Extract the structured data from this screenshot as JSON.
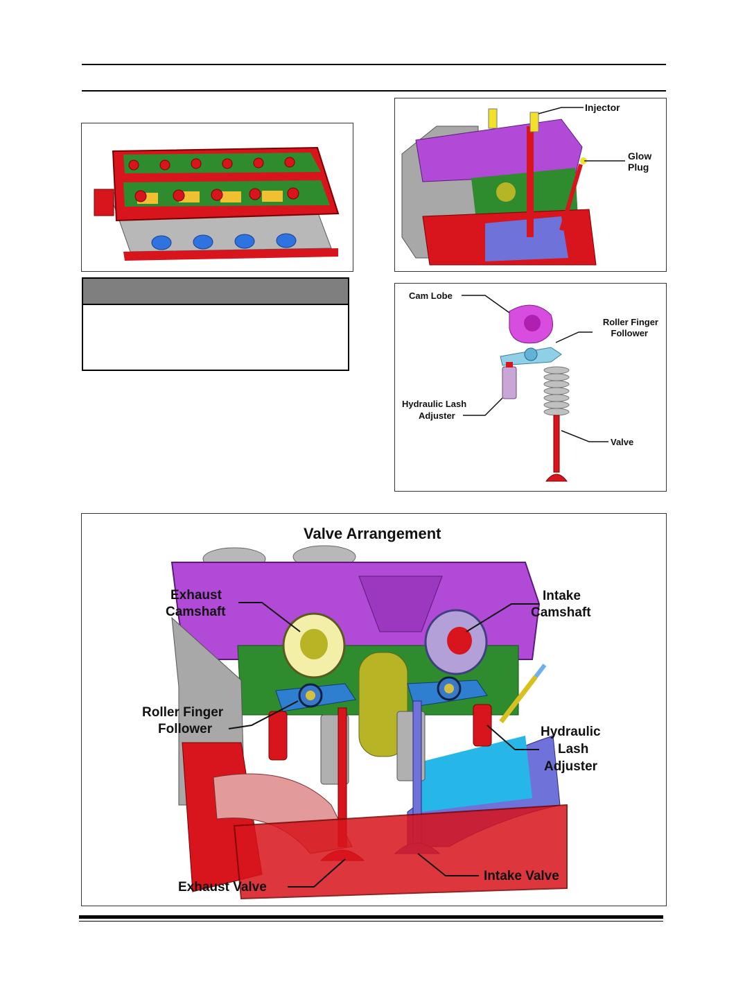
{
  "figures": {
    "fuel_system": {
      "callouts": {
        "injector": "Injector",
        "glow_plug_line1": "Glow",
        "glow_plug_line2": "Plug"
      }
    },
    "valvetrain_detail": {
      "callouts": {
        "cam_lobe": "Cam Lobe",
        "roller_finger_line1": "Roller Finger",
        "roller_finger_line2": "Follower",
        "lash_adjuster_line1": "Hydraulic Lash",
        "lash_adjuster_line2": "Adjuster",
        "valve": "Valve"
      }
    },
    "valve_arrangement": {
      "title": "Valve Arrangement",
      "callouts": {
        "exhaust_camshaft_line1": "Exhaust",
        "exhaust_camshaft_line2": "Camshaft",
        "intake_camshaft_line1": "Intake",
        "intake_camshaft_line2": "Camshaft",
        "roller_finger_line1": "Roller Finger",
        "roller_finger_line2": "Follower",
        "lash_adjuster_line1": "Hydraulic",
        "lash_adjuster_line2": "Lash",
        "lash_adjuster_line3": "Adjuster",
        "exhaust_valve": "Exhaust Valve",
        "intake_valve": "Intake Valve"
      }
    }
  },
  "colors": {
    "head_red": "#d8141c",
    "cam_carrier_purple": "#b24ad8",
    "deck_green": "#2e8b2e",
    "olive": "#b7b425",
    "intake_blue": "#6f72d8",
    "exhaust_pink": "#e39a9a",
    "gray_metal": "#a8a8a8"
  }
}
